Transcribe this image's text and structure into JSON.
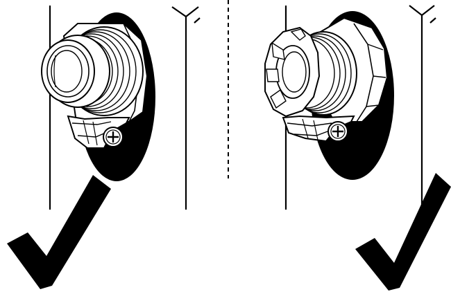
{
  "figure": {
    "panels": [
      {
        "id": "left",
        "fitting": "threaded-hub-connector",
        "mark": "checkmark-icon"
      },
      {
        "id": "right",
        "fitting": "hex-nut-connector",
        "mark": "checkmark-icon"
      }
    ],
    "colors": {
      "ink": "#000000",
      "paper": "#ffffff"
    }
  }
}
